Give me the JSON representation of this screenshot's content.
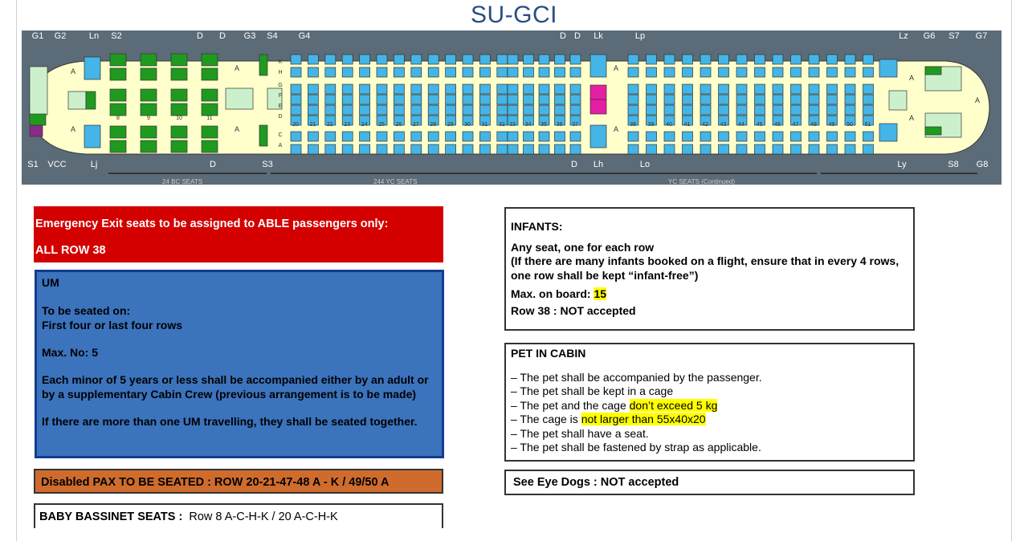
{
  "registration": "SU-GCI",
  "seatmap": {
    "top_labels": [
      "G1",
      "G2",
      "Ln",
      "S2",
      "D",
      "D",
      "G3",
      "S4",
      "G4",
      "D",
      "D",
      "Lk",
      "Lp",
      "Lz",
      "G6",
      "S7",
      "G7"
    ],
    "bottom_labels": [
      "S1",
      "VCC",
      "Lj",
      "D",
      "S3",
      "D",
      "Lh",
      "Lo",
      "Ly",
      "S8",
      "G8"
    ],
    "section_labels": [
      "24 BC SEATS",
      "244 YC SEATS",
      "YC SEATS (Continued)"
    ],
    "business_rows": [
      "8",
      "9",
      "10",
      "11"
    ],
    "row_numbers_a": [
      "20",
      "21",
      "22",
      "23",
      "24",
      "25",
      "26",
      "27",
      "28",
      "29",
      "30",
      "31",
      "32"
    ],
    "row_numbers_b": [
      "33",
      "34",
      "35",
      "36",
      "37"
    ],
    "row_numbers_c": [
      "38",
      "39",
      "40",
      "41",
      "42",
      "43",
      "44",
      "45",
      "46",
      "47",
      "48",
      "49",
      "50",
      "51"
    ],
    "seat_letters_top": [
      "K",
      "H"
    ],
    "seat_letters_mid": [
      "G",
      "F",
      "E",
      "D"
    ],
    "seat_letters_bot": [
      "C",
      "A"
    ],
    "exit_marker": "A",
    "colors": {
      "background": "#5b6b78",
      "cabin": "#ffffcc",
      "business": "#1f9a1f",
      "economy": "#44b5e6",
      "toilet": "#e61ea3",
      "galley": "#ccf0cc"
    }
  },
  "exit_rule": {
    "line1": "Emergency Exit seats to be assigned to ABLE passengers only:",
    "line2": "ALL ROW 38"
  },
  "um": {
    "title": "UM",
    "seat_label": "To be seated on:",
    "seat_value": "First four or last four rows",
    "max": "Max. No: 5",
    "escort": "Each minor of 5 years or less shall be accompanied either by an adult or by a supplementary Cabin Crew (previous arrangement is to be made)",
    "multiple": "If there are more than one UM travelling, they shall be seated together."
  },
  "disabled": "Disabled PAX TO BE SEATED :  ROW 20-21-47-48 A - K / 49/50 A",
  "bassinet": {
    "label": "BABY BASSINET SEATS :",
    "value": "Row 8  A-C-H-K /  20 A-C-H-K"
  },
  "infants": {
    "title": "INFANTS:",
    "line1": "Any seat, one for each row",
    "line2": "(If there are many infants booked on a flight, ensure that in every 4 rows, one row shall be kept “infant-free”)",
    "max_label": "Max. on board: ",
    "max_value": "15",
    "row38": "Row 38 :   NOT accepted"
  },
  "pet": {
    "title": "PET IN CABIN",
    "items": [
      "– The pet shall be accompanied by the passenger.",
      "– The pet shall be kept in a cage",
      "– The pet and the cage ",
      "– The cage is ",
      "– The pet shall have a seat.",
      "– The pet shall be fastened by strap as applicable."
    ],
    "weight_hl": "don’t exceed 5 kg",
    "size_hl": "not larger than 55x40x20"
  },
  "eye_dogs": "See Eye Dogs :    NOT accepted"
}
